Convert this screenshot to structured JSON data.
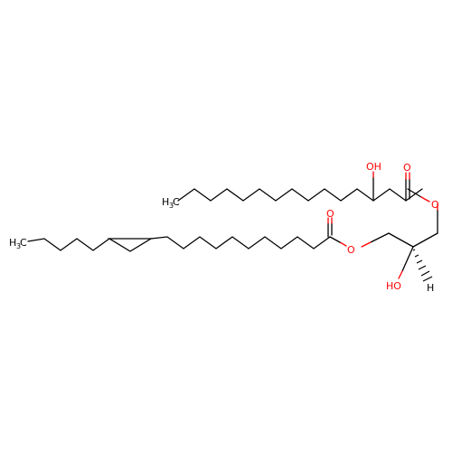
{
  "colors": {
    "carbon": "#000000",
    "oxygen": "#ff0000",
    "background": "#ffffff"
  },
  "labels": {
    "o_ester_top": "O",
    "o_ester_bottom": "O",
    "o_carbonyl_top": "O",
    "o_carbonyl_bottom": "O",
    "oh_top": "OH",
    "oh_bottom": "HO",
    "h_stereo": "H",
    "methyl_top": "H",
    "methyl_top_sub": "3",
    "methyl_top_c": "C",
    "methyl_left": "H",
    "methyl_left_sub": "3",
    "methyl_left_c": "C"
  }
}
